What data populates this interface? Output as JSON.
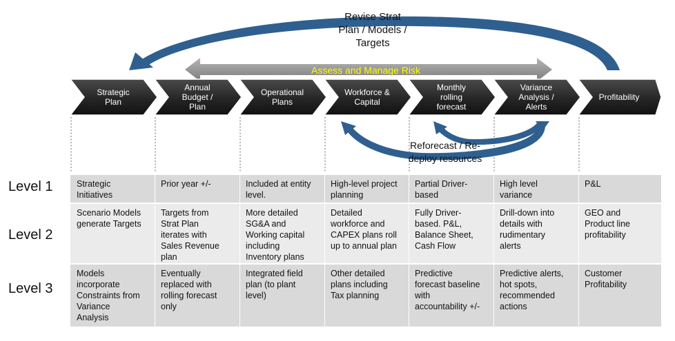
{
  "top_loop_label": [
    "Revise Strat",
    "Plan / Models /",
    "Targets"
  ],
  "risk_label": "Assess and Manage Risk",
  "reforecast_label": [
    "Reforecast / Re-",
    "deploy resources"
  ],
  "stages": [
    [
      "Strategic",
      "Plan"
    ],
    [
      "Annual",
      "Budget /",
      "Plan"
    ],
    [
      "Operational",
      "Plans"
    ],
    [
      "Workforce &",
      "Capital"
    ],
    [
      "Monthly",
      "rolling",
      "forecast"
    ],
    [
      "Variance",
      "Analysis /",
      "Alerts"
    ],
    [
      "Profitability"
    ]
  ],
  "levels": [
    {
      "label": "Level 1",
      "cells": [
        "Strategic\nInitiatives",
        "Prior year +/-",
        "Included at entity\nlevel.",
        "High-level project\nplanning",
        "Partial Driver-\nbased",
        "High level\nvariance",
        "P&L"
      ]
    },
    {
      "label": "Level 2",
      "cells": [
        "Scenario Models\ngenerate Targets",
        "Targets from\nStrat Plan\niterates with\nSales Revenue\nplan",
        "More detailed\nSG&A and\nWorking capital\nincluding\nInventory plans",
        "Detailed\nworkforce and\nCAPEX plans roll\nup to annual plan",
        "Fully Driver-\nbased. P&L,\nBalance Sheet,\nCash Flow",
        "Drill-down into\ndetails with\nrudimentary\nalerts",
        "GEO and\nProduct line\nprofitability"
      ]
    },
    {
      "label": "Level 3",
      "cells": [
        "Models\nincorporate\nConstraints from\nVariance\nAnalysis",
        "Eventually\nreplaced with\nrolling forecast\nonly",
        "Integrated field\nplan (to plant\nlevel)",
        "Other detailed\nplans including\nTax planning",
        "Predictive\nforecast baseline\nwith\naccountability +/-",
        "Predictive alerts,\nhot spots,\nrecommended\nactions",
        "Customer\nProfitability"
      ]
    }
  ],
  "colors": {
    "chevron_dark": "#1f1f1f",
    "chevron_light": "#4a4a4a",
    "risk_arrow": "#9a9a9a",
    "risk_text": "#ffff00",
    "loop_arrow": "#2f5f8f",
    "cell_shaded": "#d9d9d9",
    "cell_light": "#ebebeb"
  }
}
